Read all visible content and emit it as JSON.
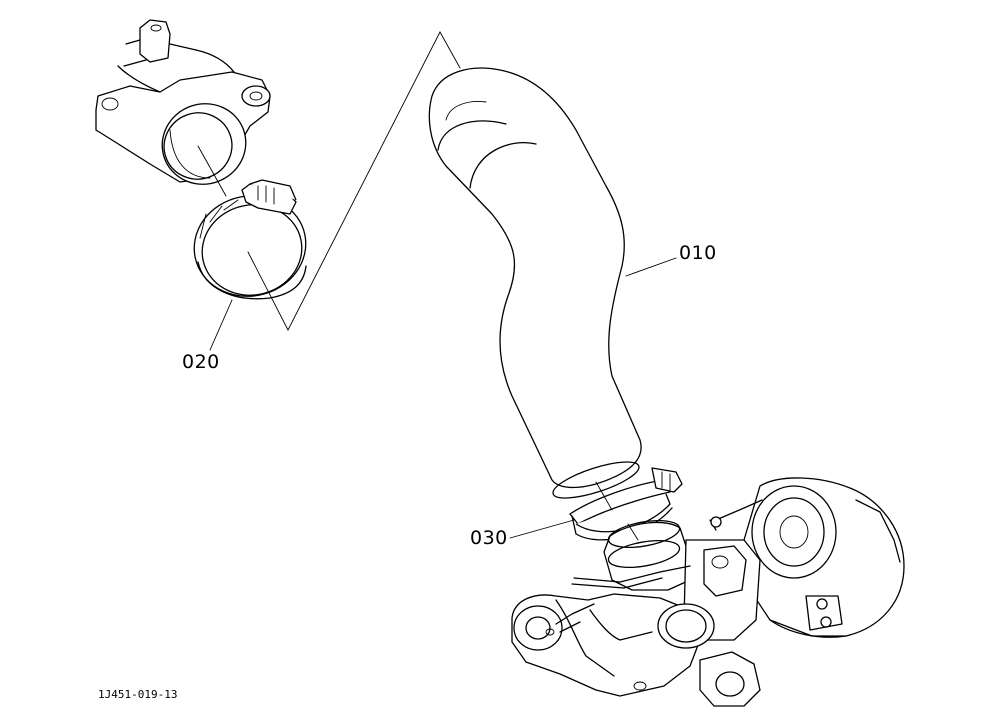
{
  "callouts": {
    "hose": "010",
    "clamp_upper": "020",
    "clamp_lower": "030"
  },
  "figure_code": "1J451-019-13",
  "colors": {
    "line": "#000000",
    "background": "#ffffff"
  }
}
